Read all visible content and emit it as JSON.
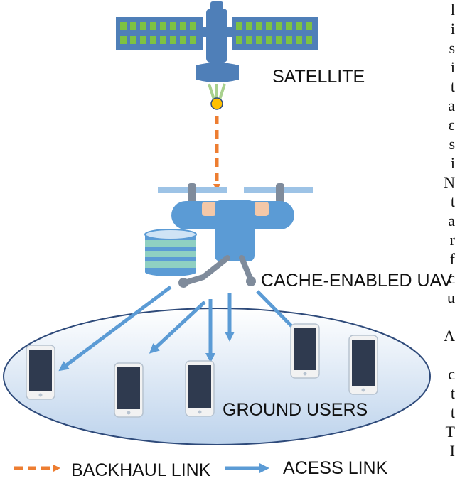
{
  "labels": {
    "satellite": "SATELLITE",
    "uav": "CACHE-ENABLED UAV",
    "ground_users": "GROUND USERS"
  },
  "legend": {
    "backhaul": "BACKHAUL LINK",
    "access": "ACESS LINK"
  },
  "margin_text": [
    "l",
    "i",
    "s",
    "i",
    "t",
    "a",
    "ε",
    "s",
    "i",
    "N",
    "t",
    "a",
    "r",
    "f",
    "c",
    "u",
    "",
    "A",
    "",
    "c",
    "t",
    "t",
    "T",
    "I"
  ],
  "colors": {
    "satellite_body": "#4f7fb8",
    "solar_cell": "#7dc242",
    "uav_body": "#5b9bd5",
    "rotor_blade": "#9dc3e6",
    "backhaul": "#ed7d31",
    "access": "#5b9bd5",
    "ellipse_stroke": "#2e4a7a",
    "phone_screen": "#2f3a4f",
    "cache_top": "#5b9bd5",
    "cache_band": "#70ad9a"
  }
}
